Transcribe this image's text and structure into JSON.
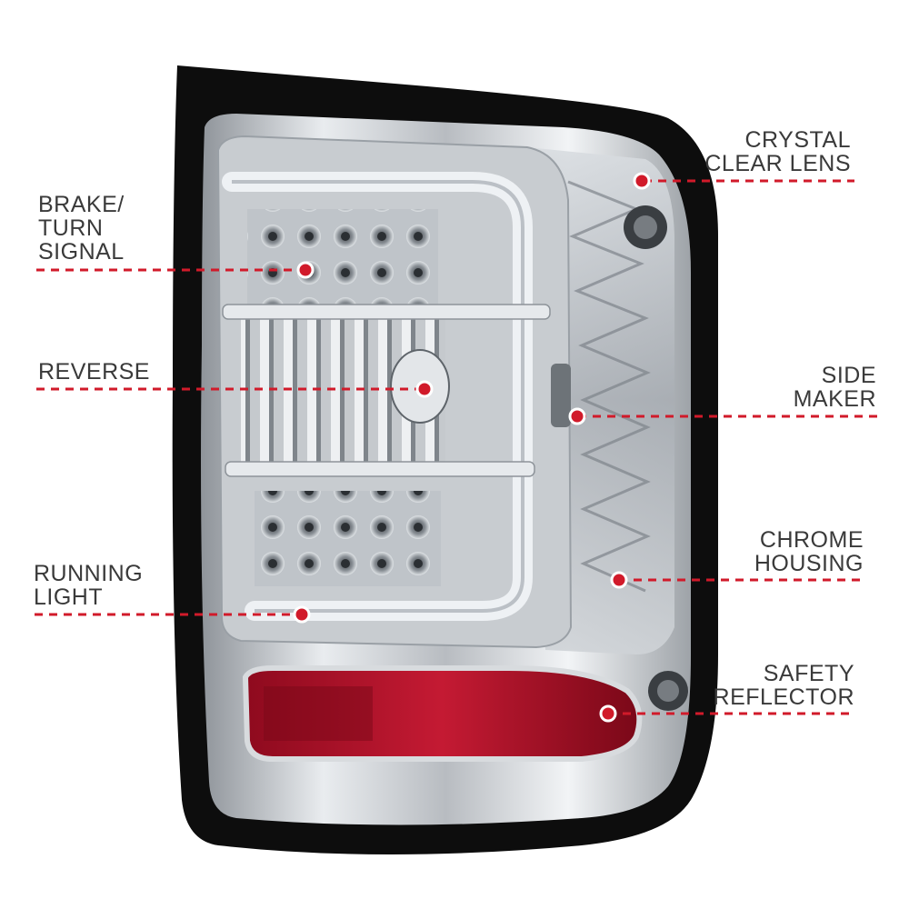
{
  "callouts": {
    "brake_turn": [
      "BRAKE/",
      "TURN",
      "SIGNAL"
    ],
    "reverse": [
      "REVERSE"
    ],
    "running_light": [
      "RUNNING",
      "LIGHT"
    ],
    "crystal_lens": [
      "CRYSTAL",
      "CLEAR LENS"
    ],
    "side_marker": [
      "SIDE",
      "MAKER"
    ],
    "chrome_housing": [
      "CHROME",
      "HOUSING"
    ],
    "safety_reflector": [
      "SAFETY",
      "REFLECTOR"
    ]
  },
  "colors": {
    "leader_red": "#d11a2a",
    "label_text": "#3a3a3a",
    "housing_black": "#0d0d0d",
    "chrome": "#c9ccd0",
    "reflector_red": "#b5102a"
  }
}
